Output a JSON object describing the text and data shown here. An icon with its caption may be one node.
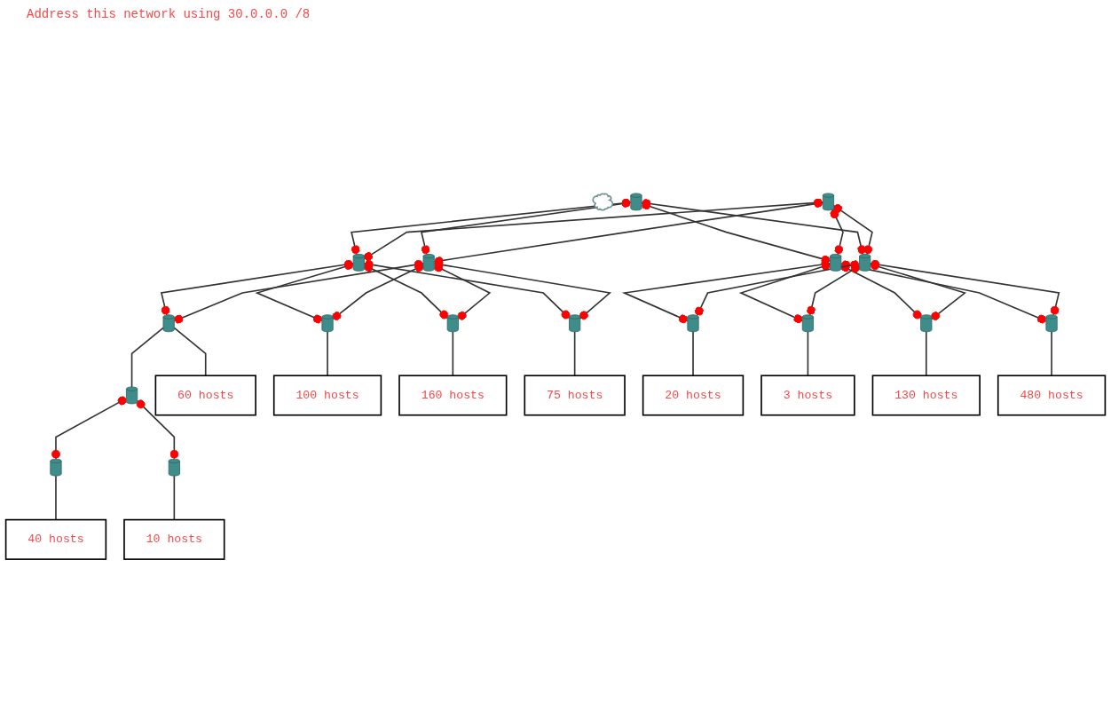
{
  "diagram": {
    "nodes": [
      {
        "text": [],
        "shape": "cloud"
      },
      {
        "text": [],
        "shape": "picture"
      },
      {
        "text": [],
        "shape": "picture"
      },
      {
        "text": [],
        "shape": "picture"
      },
      {
        "text": [],
        "shape": "picture"
      },
      {
        "text": [],
        "shape": "picture"
      },
      {
        "text": [],
        "shape": "picture"
      },
      {
        "text": [],
        "shape": "picture"
      },
      {
        "text": [],
        "shape": "picture"
      },
      {
        "text": [],
        "shape": "picture"
      },
      {
        "text": [],
        "shape": "picture"
      },
      {
        "text": [],
        "shape": "picture"
      },
      {
        "text": [],
        "shape": "picture"
      },
      {
        "text": [],
        "shape": "picture"
      },
      {
        "text": [],
        "shape": "picture"
      },
      {
        "text": [],
        "shape": "picture"
      },
      {
        "text": [],
        "shape": "picture"
      },
      {
        "text": [],
        "shape": "picture"
      },
      {
        "text": [
          "60 hosts"
        ]
      },
      {
        "text": [
          "100 hosts"
        ]
      },
      {
        "text": [
          "160 hosts"
        ]
      },
      {
        "text": [
          "75 hosts"
        ]
      },
      {
        "text": [
          "20 hosts"
        ]
      },
      {
        "text": [
          "3 hosts"
        ]
      },
      {
        "text": [
          "130 hosts"
        ]
      },
      {
        "text": [
          "480 hosts"
        ]
      },
      {
        "text": [
          "40 hosts"
        ]
      },
      {
        "text": [
          "10 hosts"
        ]
      }
    ],
    "edges": [
      {
        "from": 1,
        "to": 3,
        "arrow": "other"
      },
      {
        "from": 1,
        "to": 4,
        "arrow": "other"
      },
      {
        "from": 1,
        "to": 5,
        "arrow": "other"
      },
      {
        "from": 1,
        "to": 6,
        "arrow": "other"
      },
      {
        "from": 2,
        "to": 3,
        "arrow": "other"
      },
      {
        "from": 2,
        "to": 4,
        "arrow": "other"
      },
      {
        "from": 2,
        "to": 5,
        "arrow": "other"
      },
      {
        "from": 2,
        "to": 6,
        "arrow": "other"
      },
      {
        "from": 3,
        "to": 7,
        "arrow": "other"
      },
      {
        "from": 3,
        "to": 8,
        "arrow": "other"
      },
      {
        "from": 3,
        "to": 9,
        "arrow": "other"
      },
      {
        "from": 3,
        "to": 10,
        "arrow": "other"
      },
      {
        "from": 4,
        "to": 7,
        "arrow": "other"
      },
      {
        "from": 4,
        "to": 8,
        "arrow": "other"
      },
      {
        "from": 4,
        "to": 9,
        "arrow": "other"
      },
      {
        "from": 4,
        "to": 10,
        "arrow": "other"
      },
      {
        "from": 5,
        "to": 11,
        "arrow": "other"
      },
      {
        "from": 5,
        "to": 12,
        "arrow": "other"
      },
      {
        "from": 5,
        "to": 13,
        "arrow": "other"
      },
      {
        "from": 5,
        "to": 14,
        "arrow": "other"
      },
      {
        "from": 6,
        "to": 11,
        "arrow": "other"
      },
      {
        "from": 6,
        "to": 12,
        "arrow": "other"
      },
      {
        "from": 6,
        "to": 13,
        "arrow": "other"
      },
      {
        "from": 6,
        "to": 14,
        "arrow": "other"
      },
      {
        "from": 7,
        "to": 18,
        "arrow": "none"
      },
      {
        "from": 8,
        "to": 19,
        "arrow": "none"
      },
      {
        "from": 9,
        "to": 20,
        "arrow": "none"
      },
      {
        "from": 10,
        "to": 21,
        "arrow": "none"
      },
      {
        "from": 11,
        "to": 22,
        "arrow": "none"
      },
      {
        "from": 12,
        "to": 23,
        "arrow": "none"
      },
      {
        "from": 13,
        "to": 24,
        "arrow": "none"
      },
      {
        "from": 14,
        "to": 25,
        "arrow": "none"
      },
      {
        "from": 7,
        "to": 15,
        "arrow": "none"
      },
      {
        "from": 15,
        "to": 16,
        "arrow": "other"
      },
      {
        "from": 15,
        "to": 17,
        "arrow": "other"
      },
      {
        "from": 16,
        "to": 26,
        "arrow": "none"
      },
      {
        "from": 17,
        "to": 27,
        "arrow": "none"
      }
    ],
    "labels": [
      "Address this network using 30.0.0.0 /8"
    ]
  }
}
